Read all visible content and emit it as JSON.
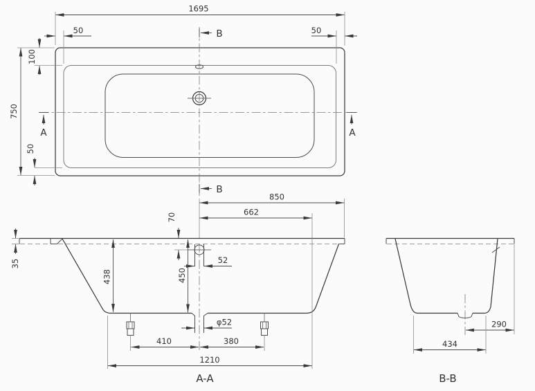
{
  "colors": {
    "tub_fill": "#e3e3e3",
    "bowl_fill": "#e6e6e6",
    "line": "#3a3a3a",
    "dim_line": "#4a4a4a",
    "text": "#303030"
  },
  "plan": {
    "dim_length": "1695",
    "dim_rim_left": "50",
    "dim_rim_right": "50",
    "dim_rim_top": "100",
    "dim_width": "750",
    "dim_rim_bottom": "50",
    "marker_a": "A",
    "marker_b": "B"
  },
  "section_aa": {
    "label": "A-A",
    "dim_drain_to_end": "850",
    "dim_bottom_to_end": "662",
    "dim_rim_to_overflow": "70",
    "dim_overflow_width": "52",
    "dim_depth": "450",
    "dim_inner_depth": "438",
    "dim_rim_edge": "35",
    "dim_drain_dia": "φ52",
    "dim_drain_to_foot_left": "410",
    "dim_drain_to_foot_right": "380",
    "dim_bottom_length": "1210"
  },
  "section_bb": {
    "label": "B-B",
    "dim_drain_offset": "290",
    "dim_bottom_width": "434"
  }
}
